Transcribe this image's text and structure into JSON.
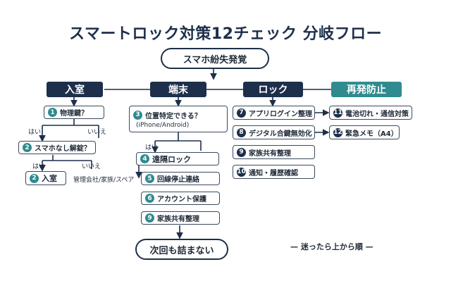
{
  "title": "スマートロック対策12チェック 分岐フロー",
  "start": "スマホ紛失発覚",
  "end": "次回も詰まない",
  "headers": {
    "entry": "入室",
    "device": "端末",
    "lock": "ロック",
    "prevent": "再発防止"
  },
  "entry": {
    "q1": {
      "num": "1",
      "text": "物理鍵？"
    },
    "yes1": "はい",
    "no1": "いいえ",
    "q2": {
      "num": "2",
      "text": "スマホなし解錠？"
    },
    "yes2": "はい",
    "no2": "いいえ",
    "enter": {
      "num": "2",
      "text": "入室"
    },
    "note": "管理会社/家族/スペア"
  },
  "device": {
    "q3": {
      "num": "3",
      "text": "位置特定できる？",
      "sub": "(iPhone/Android)"
    },
    "yes3": "はい",
    "s4": {
      "num": "4",
      "text": "遠隔ロック"
    },
    "s5": {
      "num": "5",
      "text": "回線停止連絡"
    },
    "s6": {
      "num": "6",
      "text": "アカウント保護"
    },
    "s9": {
      "num": "9",
      "text": "家族共有整理"
    }
  },
  "lock": {
    "s7": {
      "num": "7",
      "text": "アプリログイン整理"
    },
    "s8": {
      "num": "8",
      "text": "デジタル合鍵無効化"
    },
    "s9": {
      "num": "9",
      "text": "家族共有整理"
    },
    "s10": {
      "num": "10",
      "text": "通知・履歴確認"
    }
  },
  "prevent": {
    "s11": {
      "num": "11",
      "text": "電池切れ・通信対策"
    },
    "s12": {
      "num": "12",
      "text": "緊急メモ（A4）"
    }
  },
  "footer": "— 迷ったら上から順 —"
}
